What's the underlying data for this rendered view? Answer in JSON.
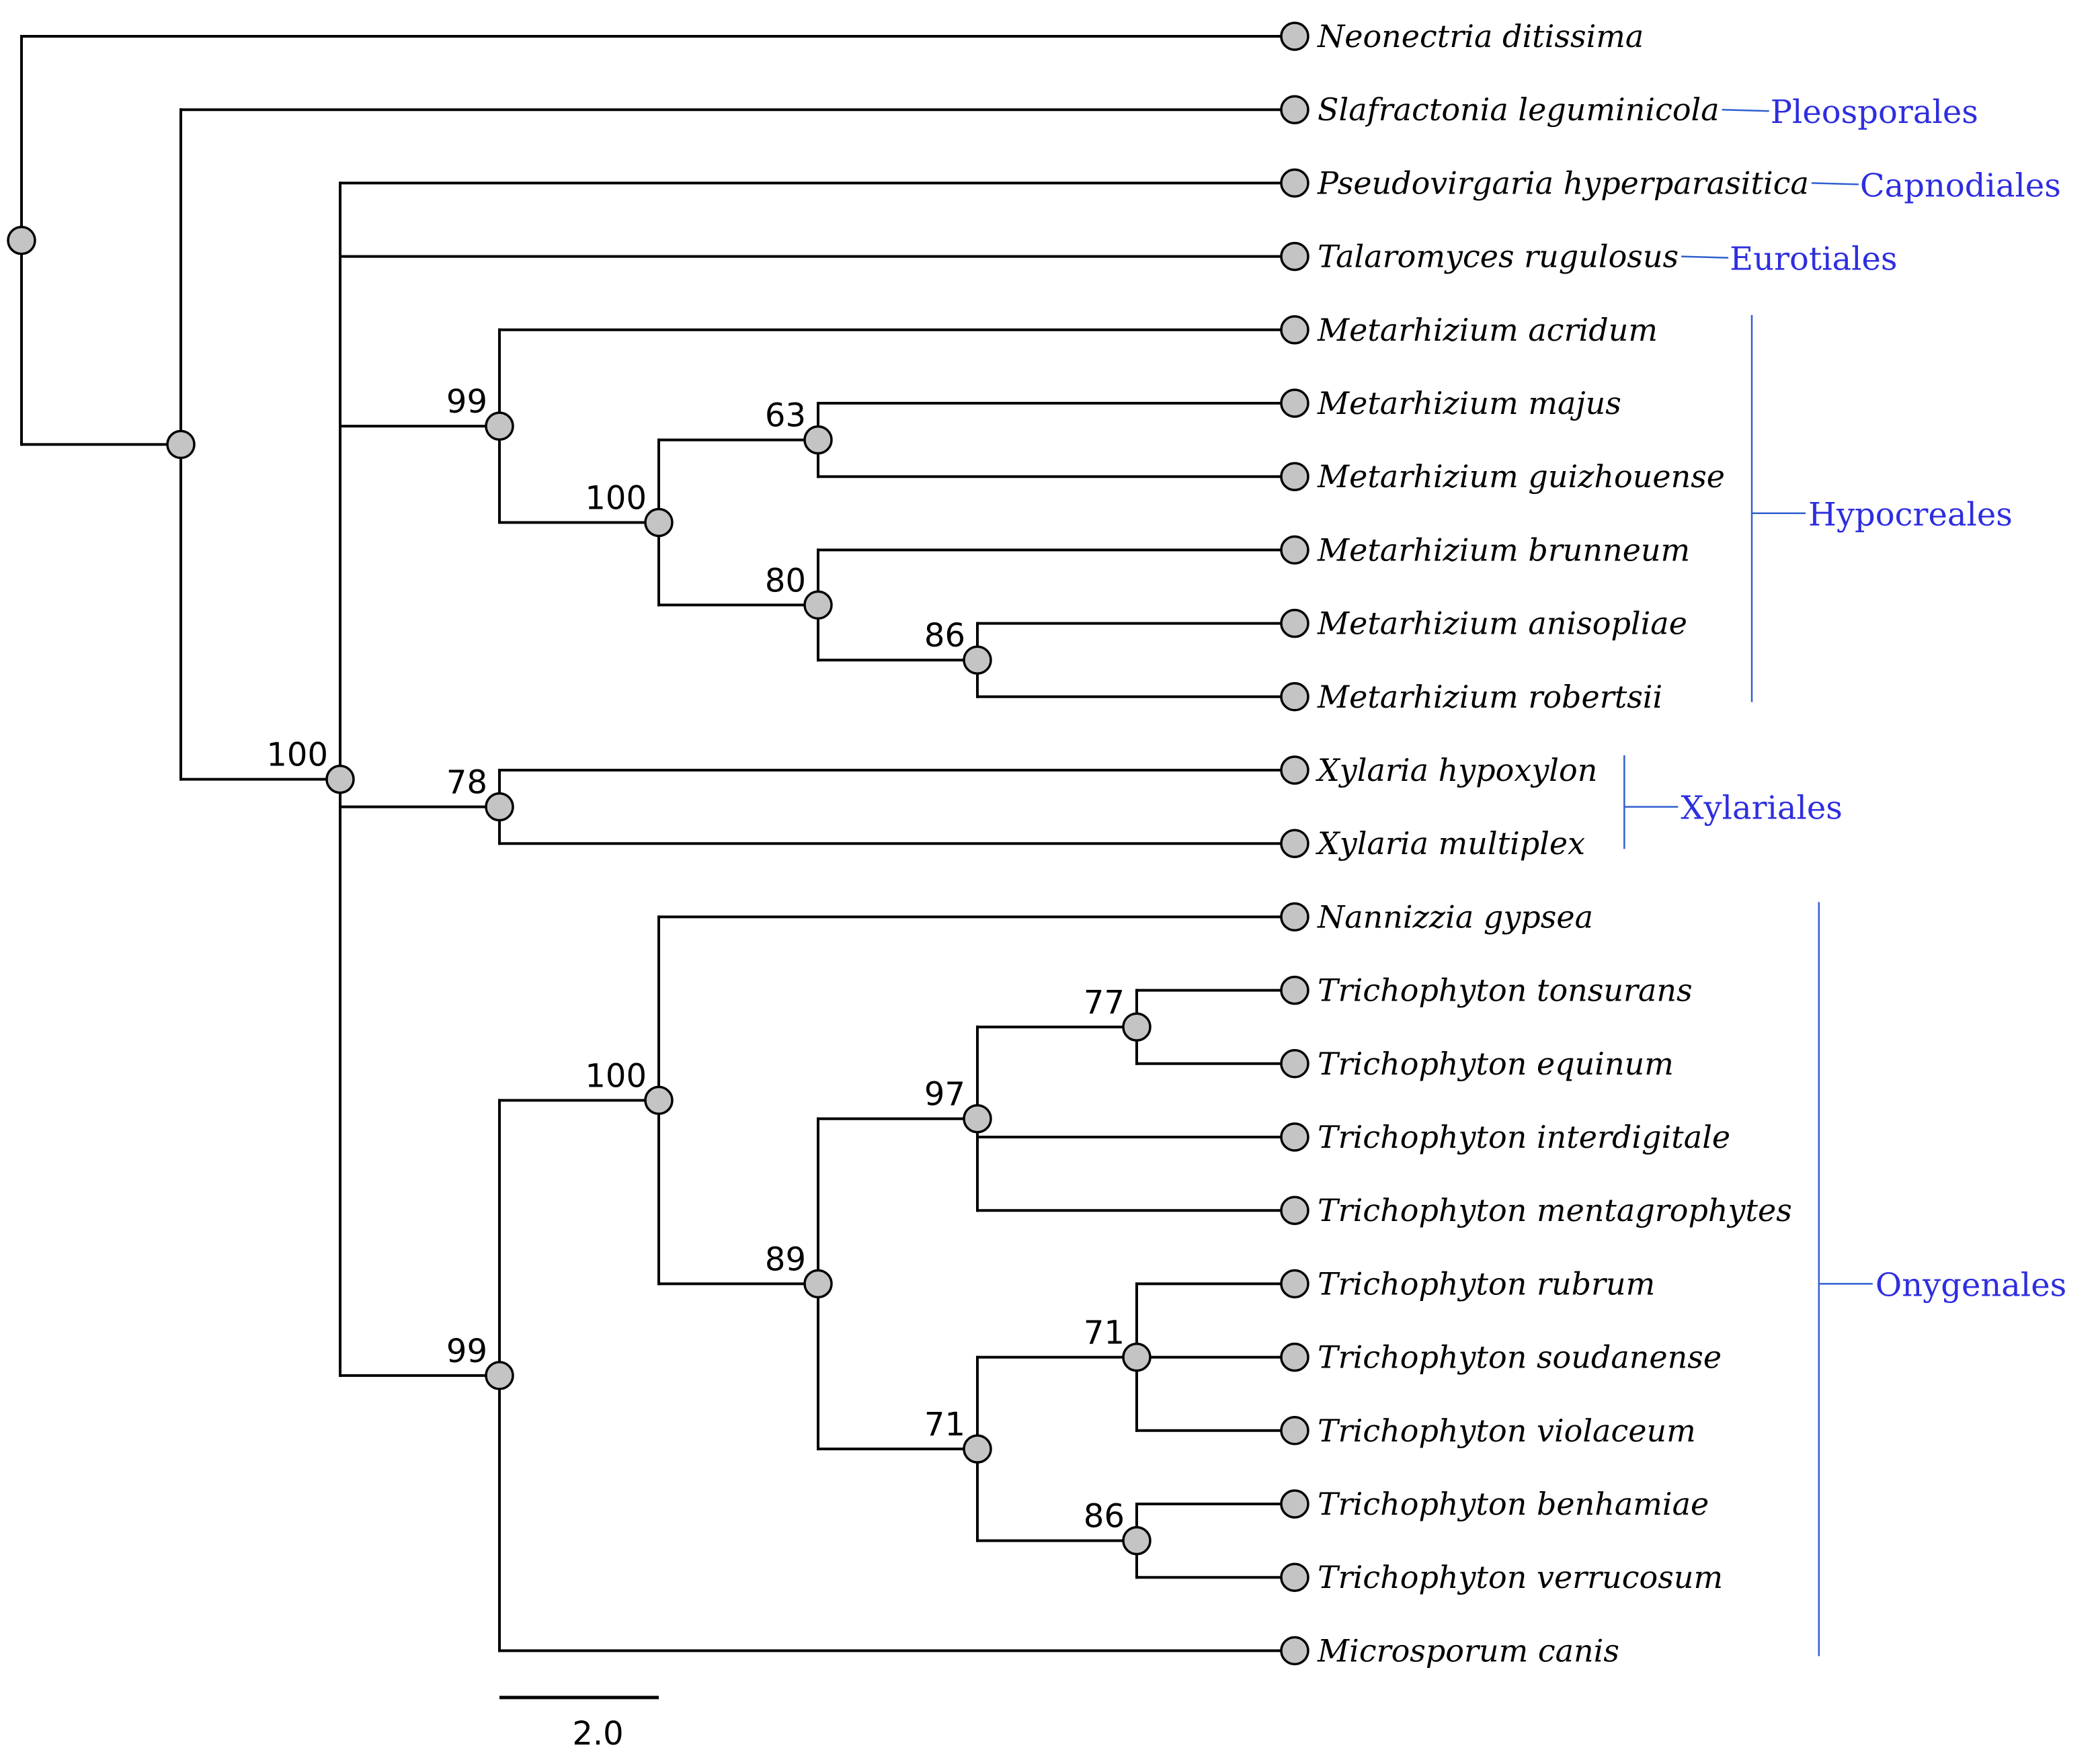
{
  "colors": {
    "branch": "#000000",
    "node_fill": "#c4c4c4",
    "clade_line": "#3060d0",
    "clade_text": "#2e2ee0"
  },
  "taxa": [
    "Neonectria ditissima",
    "Slafractonia leguminicola",
    "Pseudovirgaria hyperparasitica",
    "Talaromyces rugulosus",
    "Metarhizium acridum",
    "Metarhizium majus",
    "Metarhizium guizhouense",
    "Metarhizium brunneum",
    "Metarhizium anisopliae",
    "Metarhizium robertsii",
    "Xylaria hypoxylon",
    "Xylaria multiplex",
    "Nannizzia gypsea",
    "Trichophyton tonsurans",
    "Trichophyton equinum",
    "Trichophyton interdigitale",
    "Trichophyton mentagrophytes",
    "Trichophyton rubrum",
    "Trichophyton soudanense",
    "Trichophyton violaceum",
    "Trichophyton benhamiae",
    "Trichophyton verrucosum",
    "Microsporum canis"
  ],
  "tree": {
    "support": "",
    "children": [
      {
        "leaf": 0
      },
      {
        "support": "",
        "children": [
          {
            "leaf": 1
          },
          {
            "support": "100",
            "children": [
              {
                "leaf": 2
              },
              {
                "leaf": 3
              },
              {
                "support": "99",
                "children": [
                  {
                    "leaf": 4
                  },
                  {
                    "support": "100",
                    "children": [
                      {
                        "support": "63",
                        "children": [
                          {
                            "leaf": 5
                          },
                          {
                            "leaf": 6
                          }
                        ]
                      },
                      {
                        "support": "80",
                        "children": [
                          {
                            "leaf": 7
                          },
                          {
                            "support": "86",
                            "children": [
                              {
                                "leaf": 8
                              },
                              {
                                "leaf": 9
                              }
                            ]
                          }
                        ]
                      }
                    ]
                  }
                ]
              },
              {
                "support": "78",
                "children": [
                  {
                    "leaf": 10
                  },
                  {
                    "leaf": 11
                  }
                ]
              },
              {
                "support": "99",
                "children": [
                  {
                    "support": "100",
                    "children": [
                      {
                        "leaf": 12
                      },
                      {
                        "support": "89",
                        "children": [
                          {
                            "support": "97",
                            "children": [
                              {
                                "support": "77",
                                "children": [
                                  {
                                    "leaf": 13
                                  },
                                  {
                                    "leaf": 14
                                  }
                                ]
                              },
                              {
                                "leaf": 15
                              },
                              {
                                "leaf": 16
                              }
                            ]
                          },
                          {
                            "support": "71",
                            "children": [
                              {
                                "support": "71",
                                "children": [
                                  {
                                    "leaf": 17
                                  },
                                  {
                                    "leaf": 18
                                  },
                                  {
                                    "leaf": 19
                                  }
                                ]
                              },
                              {
                                "support": "86",
                                "children": [
                                  {
                                    "leaf": 20
                                  },
                                  {
                                    "leaf": 21
                                  }
                                ]
                              }
                            ]
                          }
                        ]
                      }
                    ]
                  },
                  {
                    "leaf": 22
                  }
                ]
              }
            ]
          }
        ]
      }
    ]
  },
  "clades": [
    {
      "name": "Pleosporales",
      "from": 1,
      "to": 1
    },
    {
      "name": "Capnodiales",
      "from": 2,
      "to": 2
    },
    {
      "name": "Eurotiales",
      "from": 3,
      "to": 3
    },
    {
      "name": "Hypocreales",
      "from": 4,
      "to": 9
    },
    {
      "name": "Xylariales",
      "from": 10,
      "to": 11
    },
    {
      "name": "Onygenales",
      "from": 12,
      "to": 22
    }
  ],
  "scale_bar": {
    "label": "2.0",
    "value": 2.0
  }
}
